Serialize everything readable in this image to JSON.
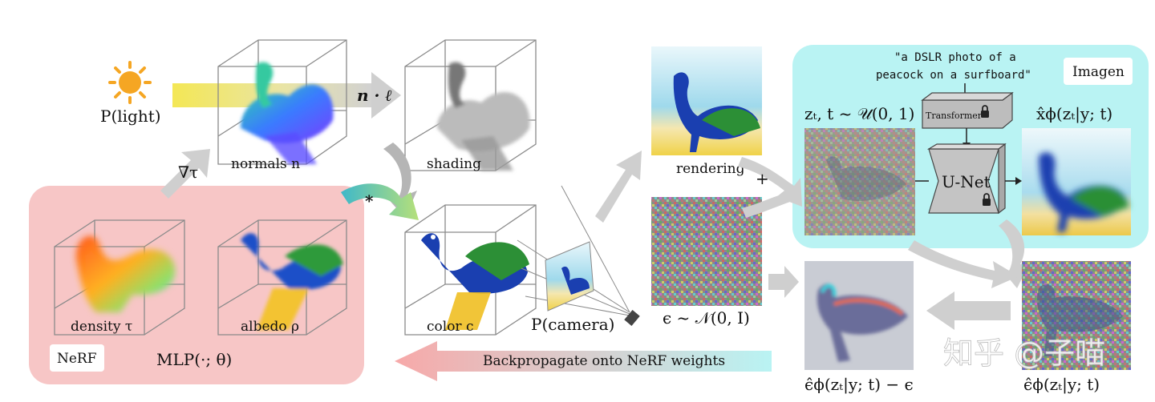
{
  "diagram": {
    "light_label": "P(light)",
    "normals_label": "normals n",
    "dot_label": "n · ℓ",
    "shading_label": "shading",
    "grad_label": "∇τ",
    "multiply_label": "*",
    "density_label": "density τ",
    "albedo_label": "albedo ρ",
    "nerf_badge": "NeRF",
    "mlp_label": "MLP(·; θ)",
    "color_label": "color c",
    "camera_label": "P(camera)",
    "rendering_label": "rendering",
    "plus_label": "+",
    "noise_label": "ϵ ~ 𝒩(0, I)",
    "prompt_line1": "\"a DSLR photo of a",
    "prompt_line2": "peacock on a surfboard\"",
    "imagen_badge": "Imagen",
    "zt_label": "zₜ, t ~ 𝒰(0, 1)",
    "transformer_label": "Transformer",
    "unet_label": "U-Net",
    "xhat_label": "x̂ϕ(zₜ|y; t)",
    "eps_hat_label": "ϵ̂ϕ(zₜ|y; t)",
    "residual_label": "ϵ̂ϕ(zₜ|y; t) − ϵ",
    "backprop_label": "Backpropagate onto NeRF weights",
    "watermark": "知乎 @子喵"
  },
  "colors": {
    "nerf_panel": "#f7c6c6",
    "imagen_panel": "#b9f3f3",
    "badge_bg": "#ffffff",
    "arrow_gray": "#cfcfcf",
    "light_beam": "#f3e64c",
    "sun": "#f5a623",
    "backprop_start": "#f7a9a9",
    "backprop_end": "#b9f3f3",
    "transformer_box": "#bdbdbd",
    "unet_box": "#c4c4c4"
  },
  "icons": [
    "sun-icon",
    "lock-icon",
    "camera-icon"
  ]
}
